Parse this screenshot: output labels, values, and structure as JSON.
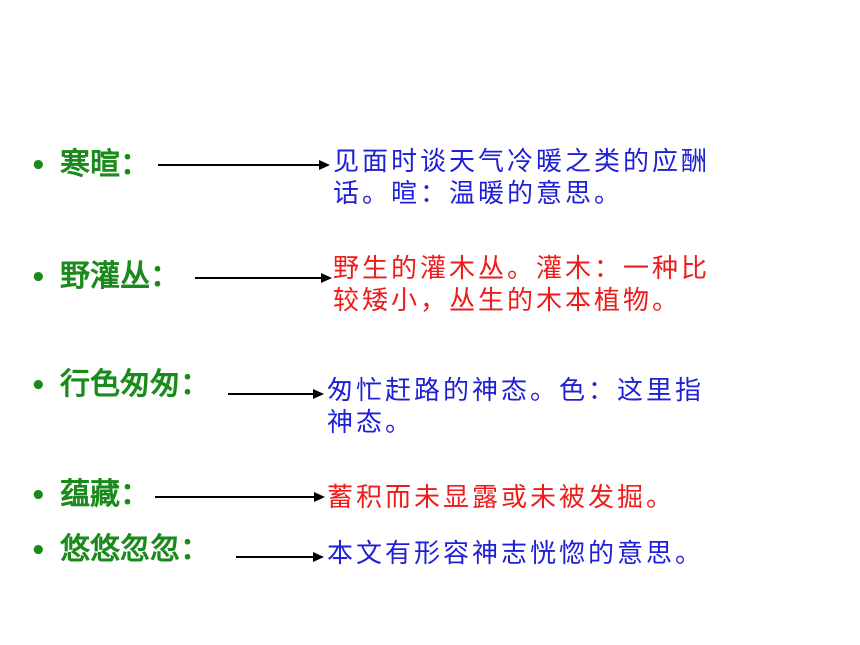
{
  "entries": [
    {
      "term": "寒暄：",
      "definition_lines": [
        "见面时谈天气冷暖之类的应酬",
        "话。暄：温暖的意思。"
      ],
      "color": "#1f1fd6"
    },
    {
      "term": "野灌丛：",
      "definition_lines": [
        "野生的灌木丛。灌木：一种比",
        "较矮小，丛生的木本植物。"
      ],
      "color": "#ee1b1b"
    },
    {
      "term": "行色匆匆：",
      "definition_lines": [
        "匆忙赶路的神态。色：这里指",
        "神态。"
      ],
      "color": "#1f1fd6"
    },
    {
      "term": "蕴藏：",
      "definition_lines": [
        "蓄积而未显露或未被发掘。"
      ],
      "color": "#ee1b1b"
    },
    {
      "term": "悠悠忽忽：",
      "definition_lines": [
        "本文有形容神志恍惚的意思。"
      ],
      "color": "#1f1fd6"
    }
  ],
  "colors": {
    "term": "#1a8a1a",
    "arrow": "#000000"
  }
}
